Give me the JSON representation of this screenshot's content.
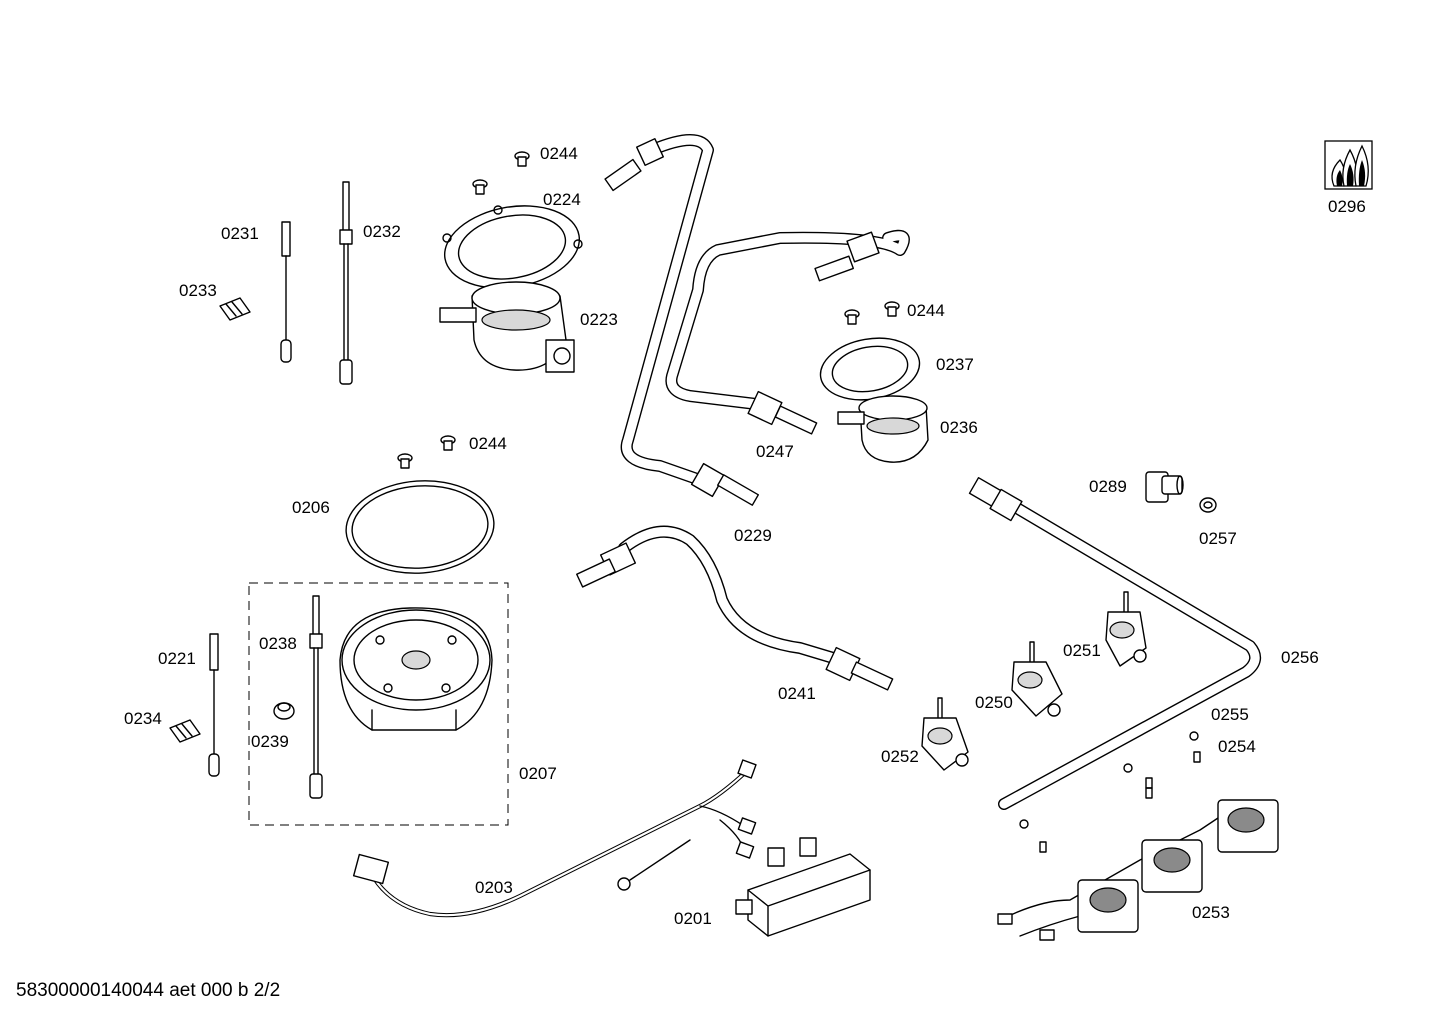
{
  "labels": {
    "l0244a": "0244",
    "l0224": "0224",
    "l0231": "0231",
    "l0232": "0232",
    "l0233": "0233",
    "l0223": "0223",
    "l0244b": "0244",
    "l0237": "0237",
    "l0236": "0236",
    "l0247": "0247",
    "l0244c": "0244",
    "l0206": "0206",
    "l0229": "0229",
    "l0289": "0289",
    "l0257": "0257",
    "l0238": "0238",
    "l0221": "0221",
    "l0251": "0251",
    "l0256": "0256",
    "l0241": "0241",
    "l0250": "0250",
    "l0234": "0234",
    "l0239": "0239",
    "l0255": "0255",
    "l0252": "0252",
    "l0254": "0254",
    "l0207": "0207",
    "l0203": "0203",
    "l0201": "0201",
    "l0253": "0253",
    "l0296": "0296"
  },
  "footer": "58300000140044 aet 000 b 2/2"
}
